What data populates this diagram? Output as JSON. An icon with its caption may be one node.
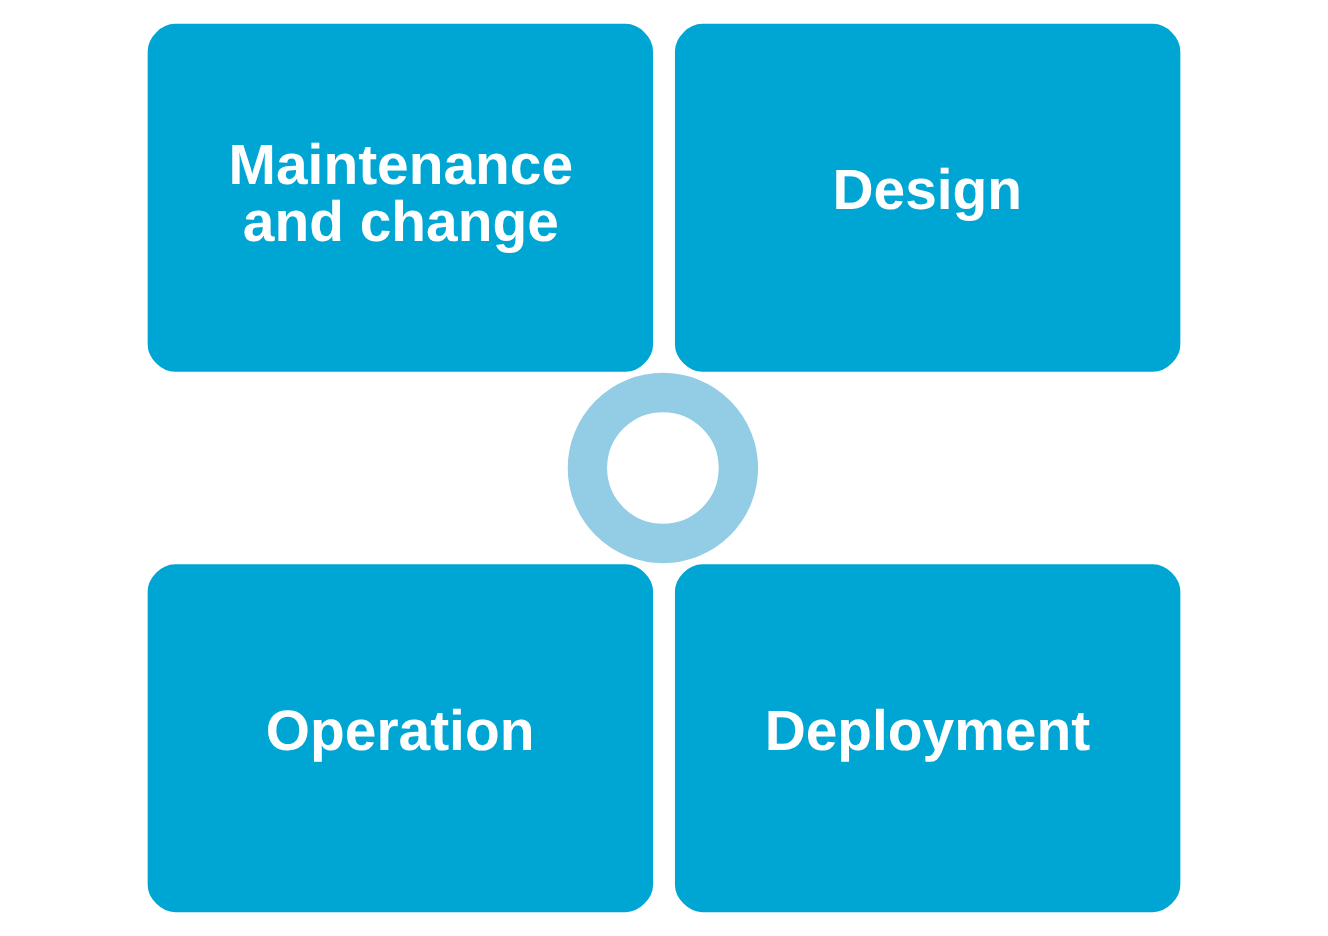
{
  "diagram": {
    "nodes": [
      {
        "text": [
          "Maintenance and change"
        ]
      },
      {
        "text": [
          "Design"
        ]
      },
      {
        "text": [
          "Operation"
        ]
      },
      {
        "text": [
          "Deployment"
        ]
      },
      {
        "text": [],
        "shape": "circle"
      }
    ]
  }
}
